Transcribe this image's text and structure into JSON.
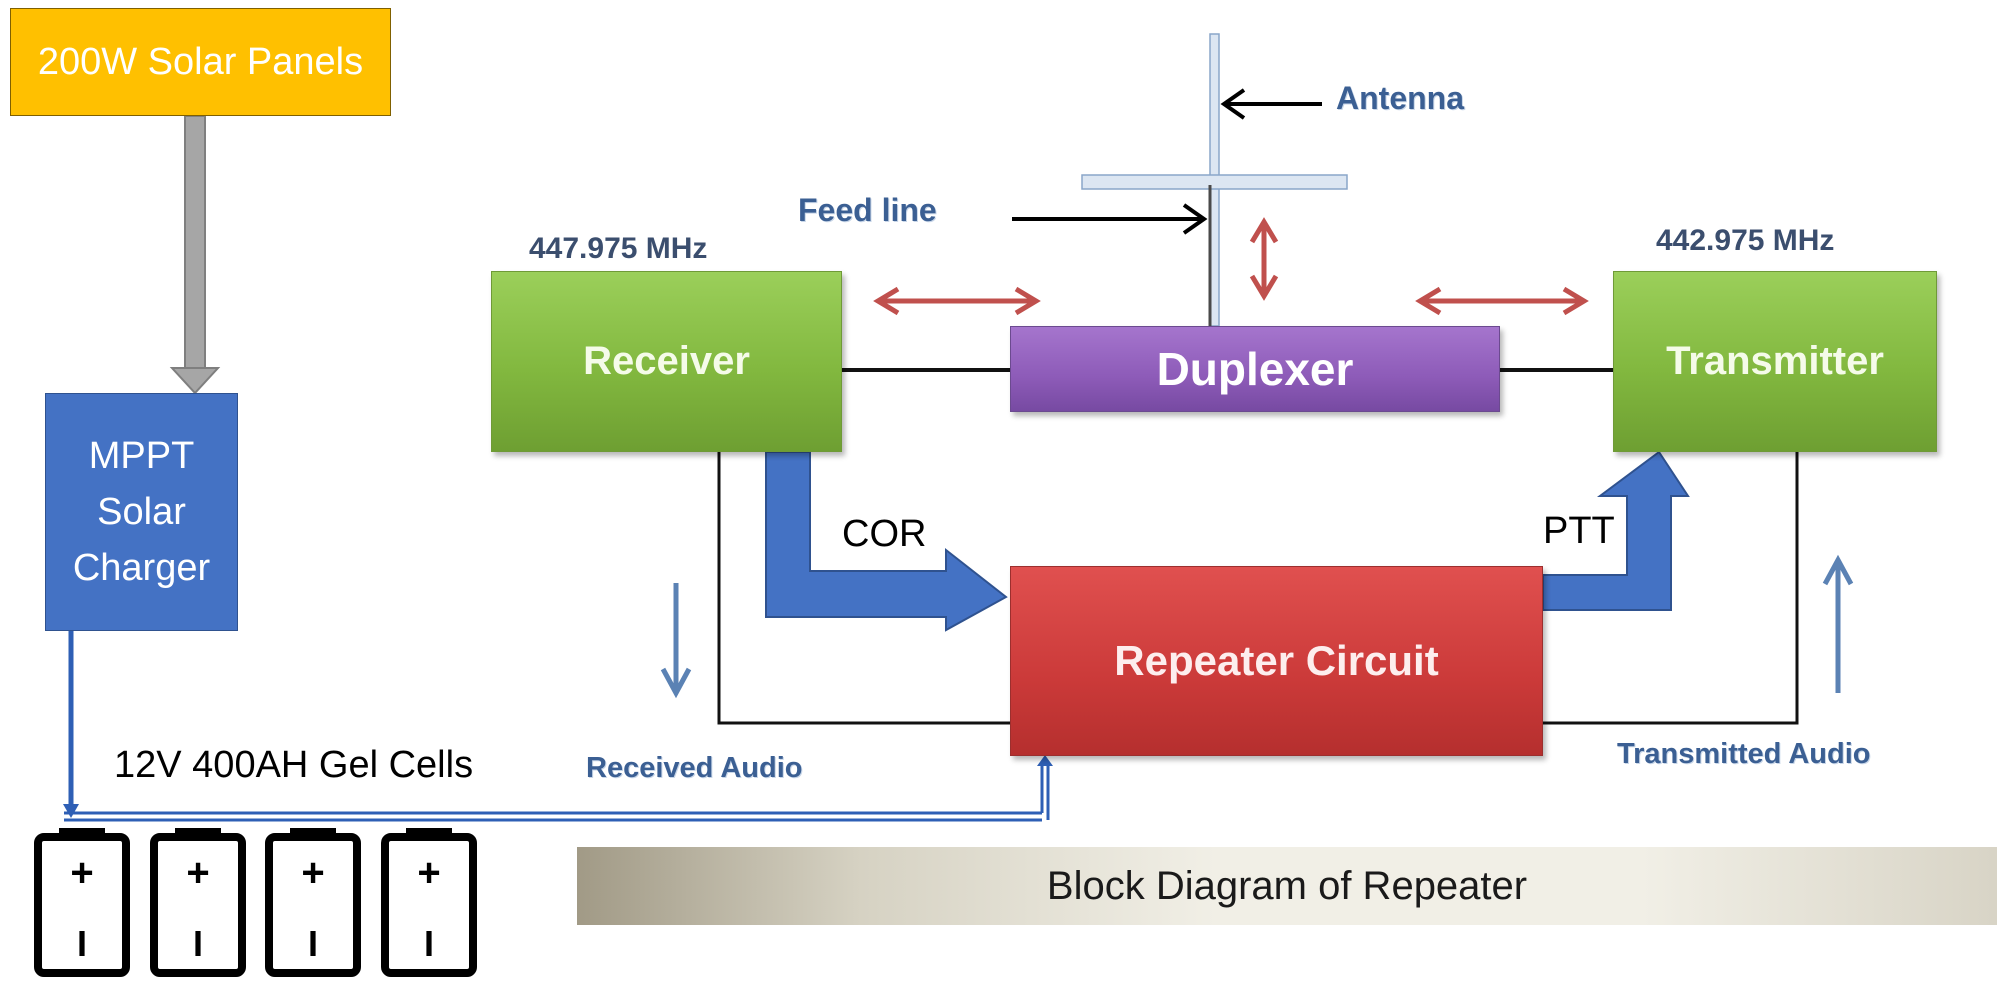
{
  "power": {
    "solar_panels_label": "200W Solar Panels",
    "mppt_label": "MPPT Solar Charger",
    "battery_label": "12V 400AH Gel Cells",
    "battery_count": 4,
    "battery_plus": "+",
    "battery_minus": "I"
  },
  "repeater": {
    "antenna_label": "Antenna",
    "feed_line_label": "Feed line",
    "receiver_freq": "447.975 MHz",
    "transmitter_freq": "442.975 MHz",
    "receiver_label": "Receiver",
    "duplexer_label": "Duplexer",
    "transmitter_label": "Transmitter",
    "repeater_circuit_label": "Repeater Circuit",
    "cor_label": "COR",
    "ptt_label": "PTT",
    "received_audio_label": "Received Audio",
    "transmitted_audio_label": "Transmitted Audio",
    "banner_label": "Block Diagram of Repeater"
  },
  "colors": {
    "solar_panel": "#ffc000",
    "mppt": "#4472c4",
    "receiver": "#8dc24e",
    "duplexer": "#8d5bb8",
    "repeater_circuit": "#cb3a39",
    "wire": "#2e5fb5",
    "rf_arrow": "#c0504d",
    "audio_arrow": "#5b82b4"
  }
}
